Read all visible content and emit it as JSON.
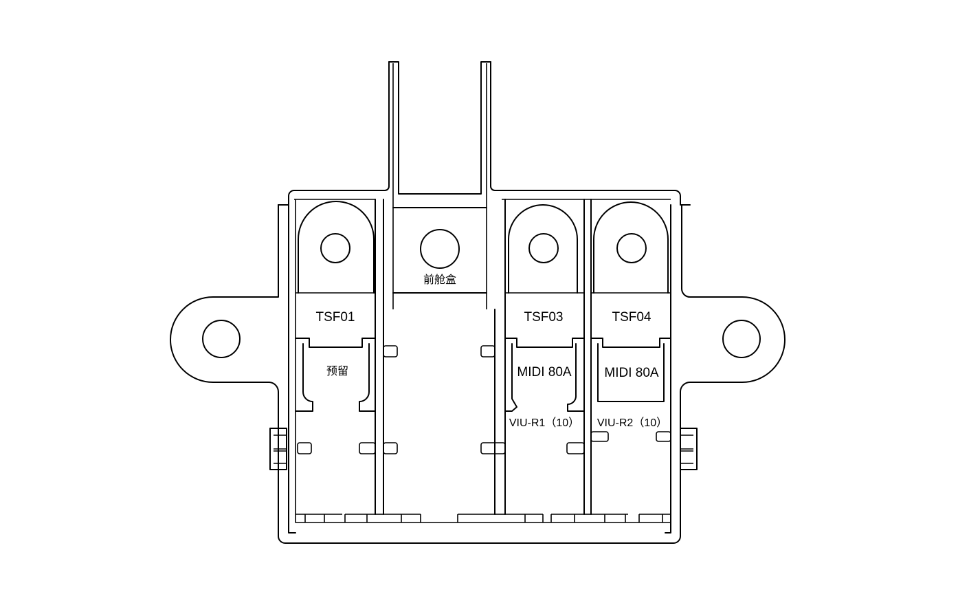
{
  "diagram": {
    "busbar_label": "前舱盒",
    "positions": [
      {
        "id": "TSF01",
        "fuse": "预留",
        "output": ""
      },
      {
        "id": "TSF03",
        "fuse": "MIDI 80A",
        "output": "VIU-R1（10）"
      },
      {
        "id": "TSF04",
        "fuse": "MIDI 80A",
        "output": "VIU-R2（10）"
      }
    ]
  }
}
